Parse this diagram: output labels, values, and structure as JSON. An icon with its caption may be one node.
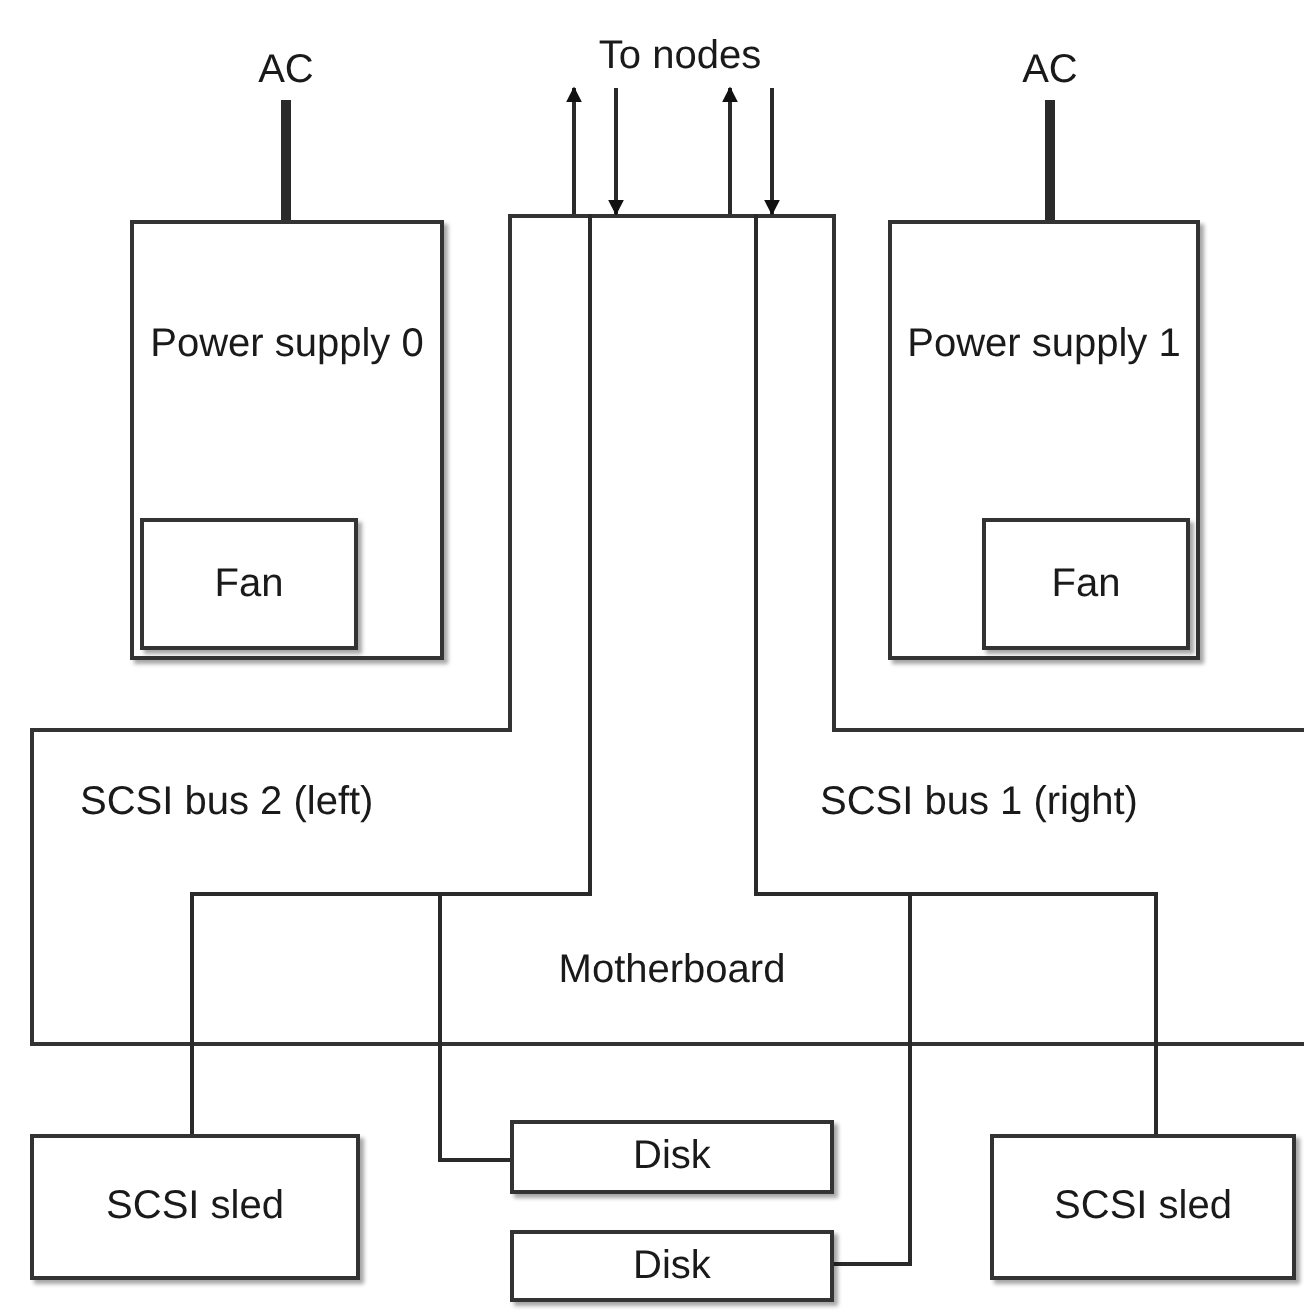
{
  "diagram": {
    "nodes": [
      {
        "text": [
          "To nodes"
        ]
      },
      {
        "text": [
          "AC"
        ]
      },
      {
        "text": [
          "AC"
        ]
      },
      {
        "text": [
          "Power supply 0"
        ]
      },
      {
        "text": [
          "Fan"
        ],
        "in": 3
      },
      {
        "text": [
          "Power supply 1"
        ]
      },
      {
        "text": [
          "Fan"
        ],
        "in": 5
      },
      {
        "text": [
          "Motherboard"
        ]
      },
      {
        "text": [
          "SCSI sled"
        ]
      },
      {
        "text": [
          "Disk"
        ]
      },
      {
        "text": [
          "Disk"
        ]
      },
      {
        "text": [
          "SCSI sled"
        ]
      }
    ],
    "edges": [
      {
        "from": 1,
        "to": 3,
        "arrow": "none",
        "style": "thick"
      },
      {
        "from": 2,
        "to": 5,
        "arrow": "none",
        "style": "thick"
      },
      {
        "from": 7,
        "to": 0,
        "arrow": "to"
      },
      {
        "from": 0,
        "to": 7,
        "arrow": "to"
      },
      {
        "from": 7,
        "to": 0,
        "arrow": "to"
      },
      {
        "from": 0,
        "to": 7,
        "arrow": "to"
      },
      {
        "from": 7,
        "to": 8,
        "arrow": "none"
      },
      {
        "from": 7,
        "to": 9,
        "arrow": "none"
      },
      {
        "from": 7,
        "to": 10,
        "arrow": "none"
      },
      {
        "from": 7,
        "to": 11,
        "arrow": "none"
      }
    ],
    "labels": [
      "SCSI bus 2 (left)",
      "SCSI bus 1 (right)"
    ]
  }
}
